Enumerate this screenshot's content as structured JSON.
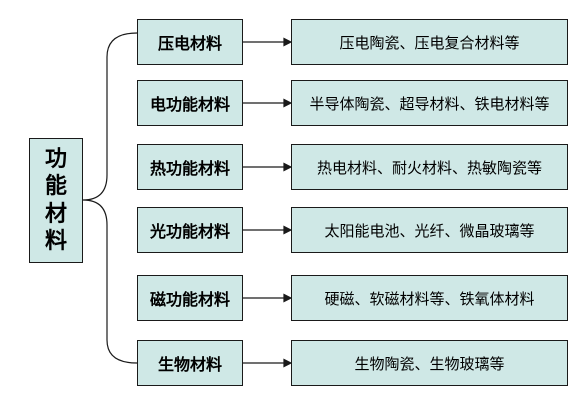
{
  "root": {
    "label": "功能材料"
  },
  "categories": [
    {
      "name": "压电材料",
      "examples": "压电陶瓷、压电复合材料等"
    },
    {
      "name": "电功能材料",
      "examples": "半导体陶瓷、超导材料、铁电材料等"
    },
    {
      "name": "热功能材料",
      "examples": "热电材料、耐火材料、热敏陶瓷等"
    },
    {
      "name": "光功能材料",
      "examples": "太阳能电池、光纤、微晶玻璃等"
    },
    {
      "name": "磁功能材料",
      "examples": "硬磁、软磁材料等、铁氧体材料"
    },
    {
      "name": "生物材料",
      "examples": "生物陶瓷、生物玻璃等"
    }
  ],
  "colors": {
    "box_fill": "#cfe8e6",
    "stroke": "#1a1a1a"
  }
}
